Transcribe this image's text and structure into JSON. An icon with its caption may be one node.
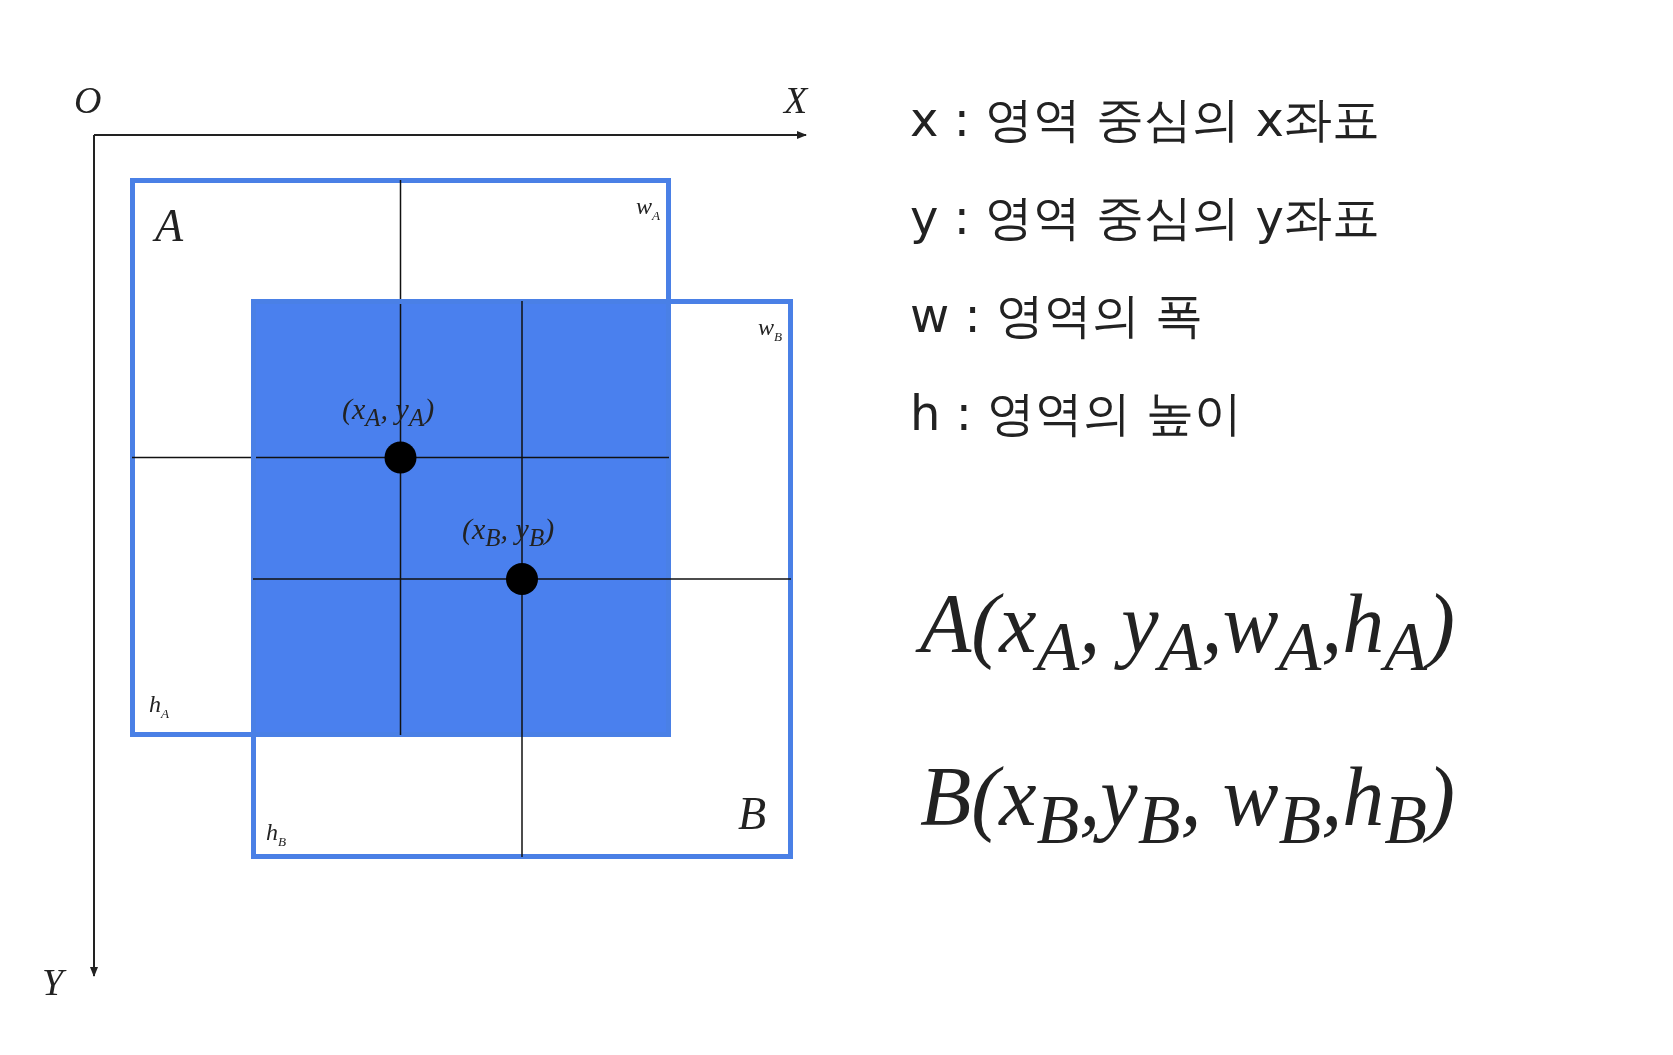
{
  "diagram": {
    "nodes": [
      {
        "text": [
          "A",
          "w$_{A}$",
          "h$_{A}$"
        ]
      },
      {
        "text": [
          "w$_{B}$",
          "h$_{B}$",
          "B"
        ]
      }
    ],
    "labels": [
      "O",
      "X",
      "Y",
      "(x$_{A}$, y$_{A}$)",
      "(x$_{B}$, y$_{B}$)",
      "x : 영역 중심의 x좌표",
      "y : 영역 중심의 y좌표",
      "w : 영역의 폭",
      "h :  영역의 높이",
      "A(x$_{A}$, y$_{A}$,w$_{A}$,h$_{A}$)",
      "B(x$_{B}$,y$_{B}$, w$_{B}$,h$_{B}$)"
    ]
  }
}
